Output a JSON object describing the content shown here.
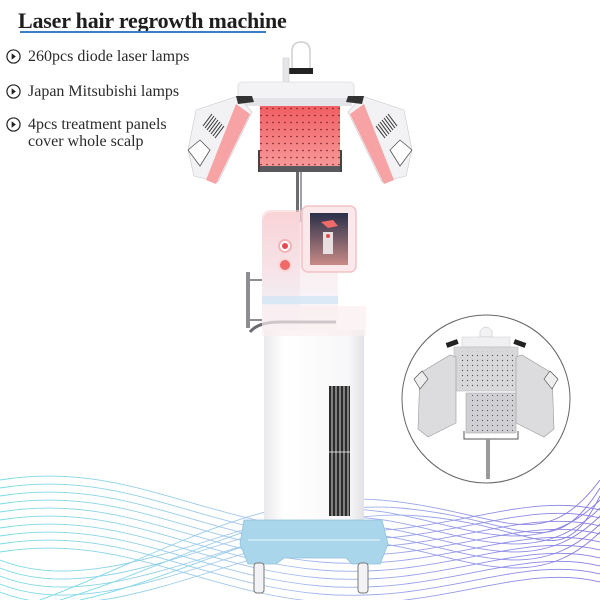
{
  "header": {
    "title": "Laser hair regrowth machine",
    "underline_color": "#3a7fc4"
  },
  "features": [
    {
      "icon": "circle-chevron-right-icon",
      "text": "260pcs diode laser lamps"
    },
    {
      "icon": "circle-chevron-right-icon",
      "text": "Japan Mitsubishi lamps"
    },
    {
      "icon": "circle-chevron-right-icon",
      "text": "4pcs treatment panels",
      "text2": "cover whole scalp"
    }
  ],
  "product": {
    "main_image": "laser-hair-regrowth-machine",
    "inset_image": "treatment-panels-closeup",
    "colors": {
      "laser_panel": "#f4787a",
      "body": "#f7f7f8",
      "pink_accent": "#f6c9cc",
      "base": "#a9d6ea",
      "wave_cyan": "#5fd4e0",
      "wave_purple": "#7a6fe0"
    }
  }
}
